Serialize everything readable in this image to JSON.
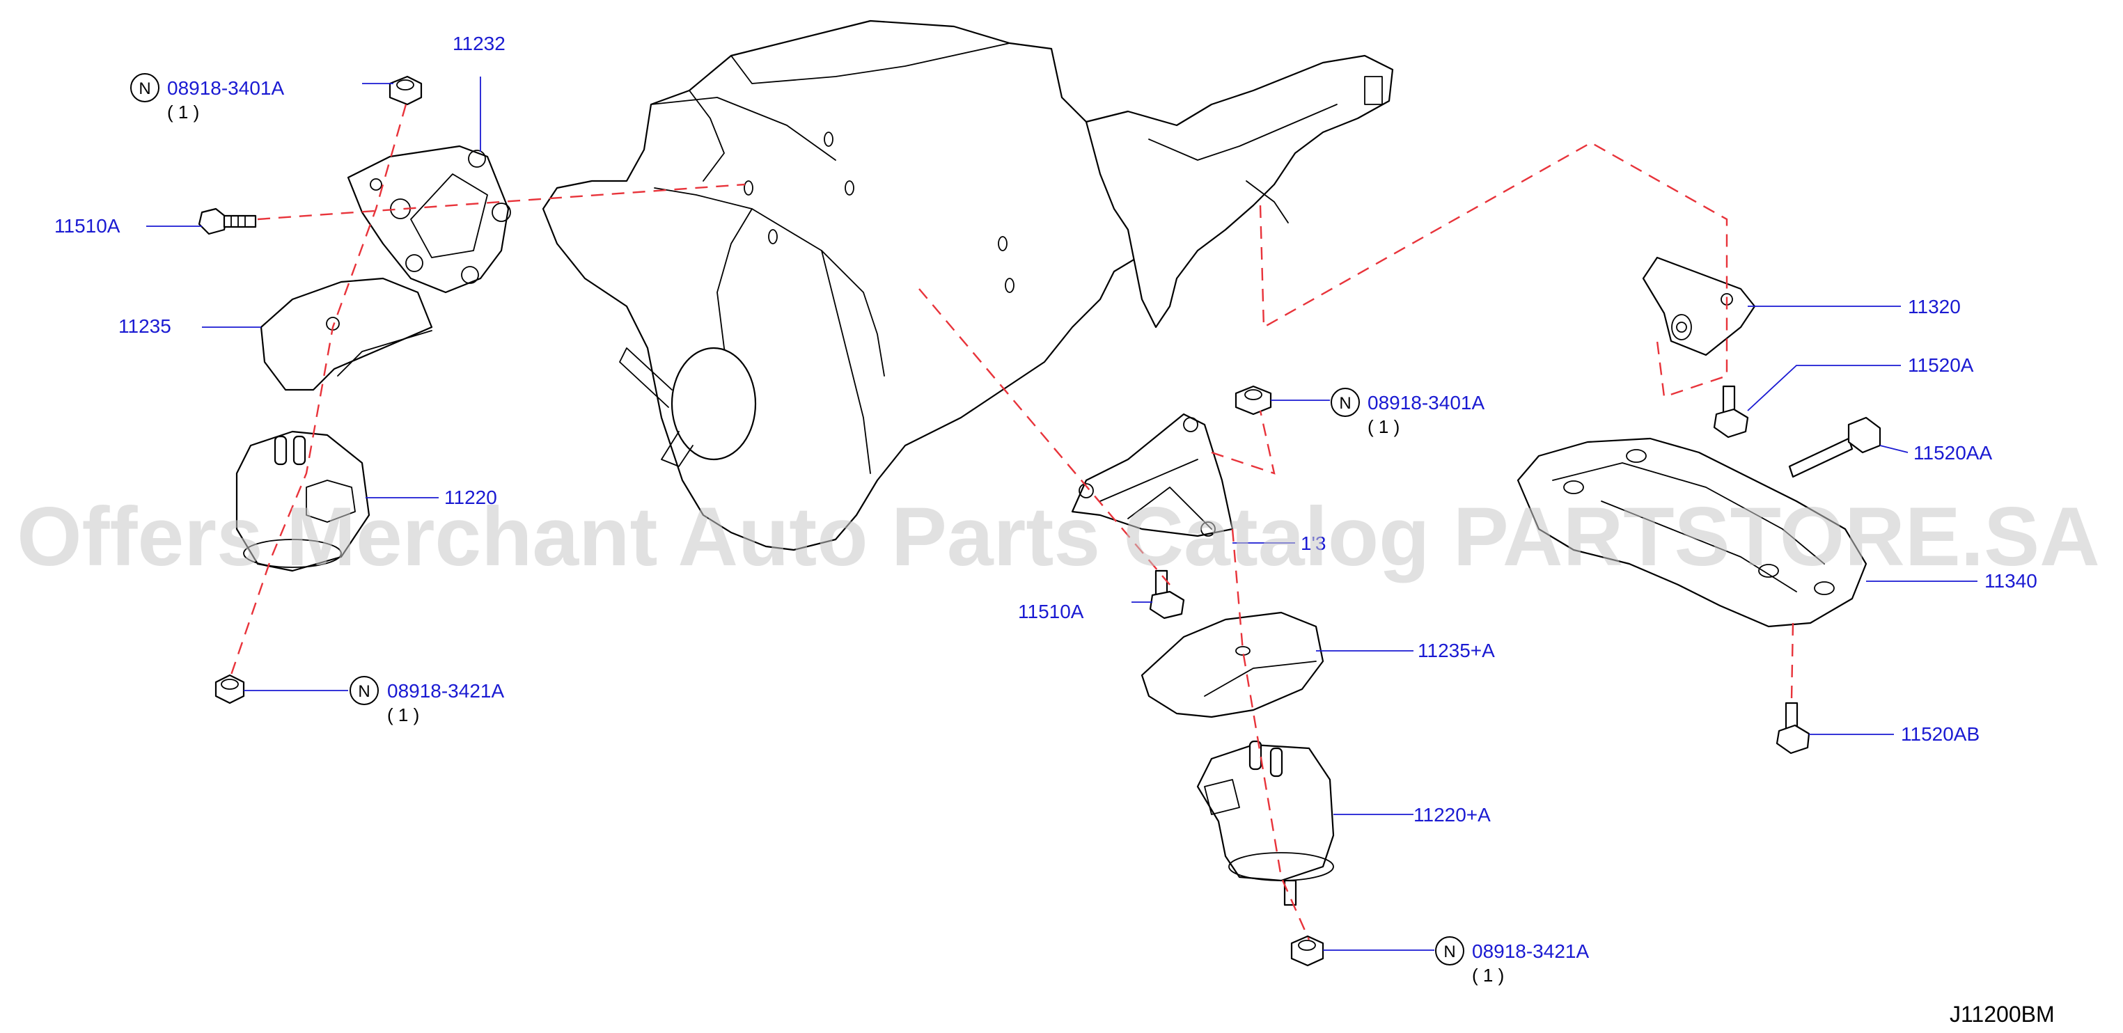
{
  "watermark": "Offers Merchant Auto Parts Catalog PARTSTORE.SA",
  "diagram_code": "J11200BM",
  "callouts": [
    {
      "id": "c1",
      "label": "11232"
    },
    {
      "id": "c2",
      "label": "08918-3401A",
      "qty": "( 1 )",
      "prefix": "N"
    },
    {
      "id": "c3",
      "label": "11510A"
    },
    {
      "id": "c4",
      "label": "11235"
    },
    {
      "id": "c5",
      "label": "11220"
    },
    {
      "id": "c6",
      "label": "08918-3421A",
      "qty": "( 1 )",
      "prefix": "N"
    },
    {
      "id": "c7",
      "label": "08918-3401A",
      "qty": "( 1 )",
      "prefix": "N"
    },
    {
      "id": "c8",
      "label": "1'3"
    },
    {
      "id": "c9",
      "label": "11510A"
    },
    {
      "id": "c10",
      "label": "11235+A"
    },
    {
      "id": "c11",
      "label": "11220+A"
    },
    {
      "id": "c12",
      "label": "08918-3421A",
      "qty": "( 1 )",
      "prefix": "N"
    },
    {
      "id": "c13",
      "label": "11320"
    },
    {
      "id": "c14",
      "label": "11520A"
    },
    {
      "id": "c15",
      "label": "11520AA"
    },
    {
      "id": "c16",
      "label": "11340"
    },
    {
      "id": "c17",
      "label": "11520AB"
    }
  ],
  "colors": {
    "callout_text": "#1a1ad2",
    "hidden_line": "#e8333a",
    "watermark": "#c8c8c8"
  }
}
